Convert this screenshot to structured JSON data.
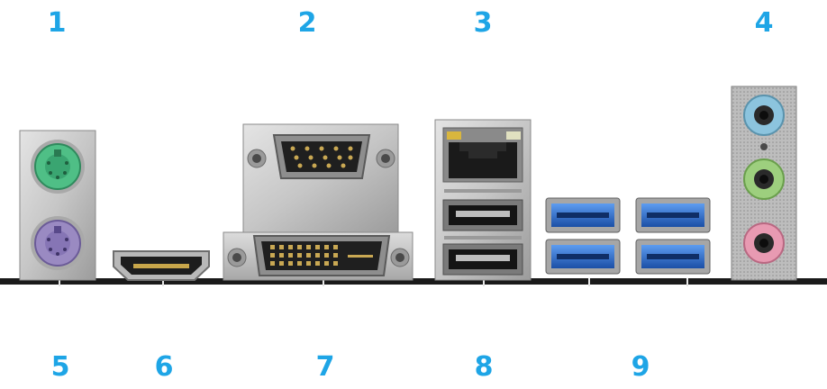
{
  "labels": {
    "top": [
      "1",
      "2",
      "3",
      "4"
    ],
    "bottom": [
      "5",
      "6",
      "7",
      "8",
      "9"
    ]
  },
  "colors": {
    "label": "#1ea5e6",
    "baseline": "#1a1a1a",
    "ps2_mouse": "#4fbf86",
    "ps2_keyboard": "#9a8ac2",
    "usb3_blue": "#2a6fd1",
    "audio_line_in": "#8cc4de",
    "audio_line_out": "#9dcf7e",
    "audio_mic": "#e89ab2",
    "metal": "#c9c9c9"
  },
  "icons": [
    "ps2-mouse-port-icon",
    "ps2-keyboard-port-icon",
    "hdmi-port-icon",
    "vga-port-icon",
    "dvi-port-icon",
    "lan-port-icon",
    "usb2-port-icon",
    "usb3-port-icon",
    "audio-jack-icon"
  ]
}
